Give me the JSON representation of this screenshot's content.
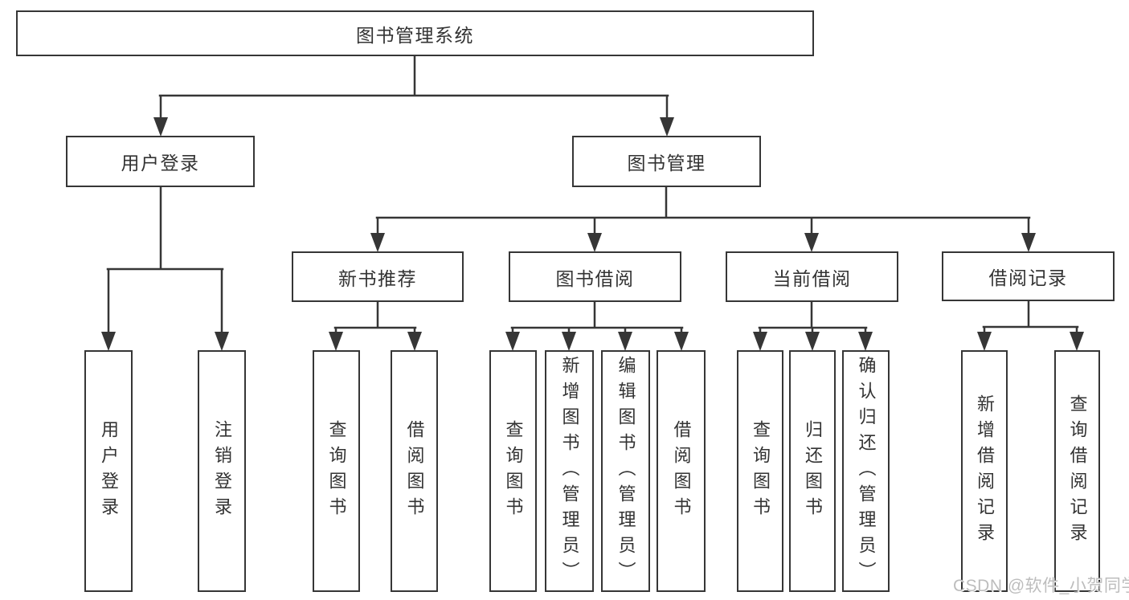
{
  "diagram": {
    "root": {
      "label": "图书管理系统"
    },
    "level2": [
      {
        "label": "用户登录"
      },
      {
        "label": "图书管理"
      }
    ],
    "level3": [
      {
        "label": "新书推荐",
        "parent": "图书管理"
      },
      {
        "label": "图书借阅",
        "parent": "图书管理"
      },
      {
        "label": "当前借阅",
        "parent": "图书管理"
      },
      {
        "label": "借阅记录",
        "parent": "图书管理"
      }
    ],
    "leaves": [
      {
        "label": "用户登录",
        "parent": "用户登录"
      },
      {
        "label": "注销登录",
        "parent": "用户登录"
      },
      {
        "label": "查询图书",
        "parent": "新书推荐"
      },
      {
        "label": "借阅图书",
        "parent": "新书推荐"
      },
      {
        "label": "查询图书",
        "parent": "图书借阅"
      },
      {
        "label": "新增图书（管理员）",
        "parent": "图书借阅"
      },
      {
        "label": "编辑图书（管理员）",
        "parent": "图书借阅"
      },
      {
        "label": "借阅图书",
        "parent": "图书借阅"
      },
      {
        "label": "查询图书",
        "parent": "当前借阅"
      },
      {
        "label": "归还图书",
        "parent": "当前借阅"
      },
      {
        "label": "确认归还（管理员）",
        "parent": "当前借阅"
      },
      {
        "label": "新增借阅记录",
        "parent": "借阅记录"
      },
      {
        "label": "查询借阅记录",
        "parent": "借阅记录"
      }
    ],
    "watermark": "CSDN @软件_小贺同学",
    "colors": {
      "line": "#363636",
      "text": "#333333",
      "watermark": "#bdbdbd",
      "background": "#ffffff"
    }
  }
}
